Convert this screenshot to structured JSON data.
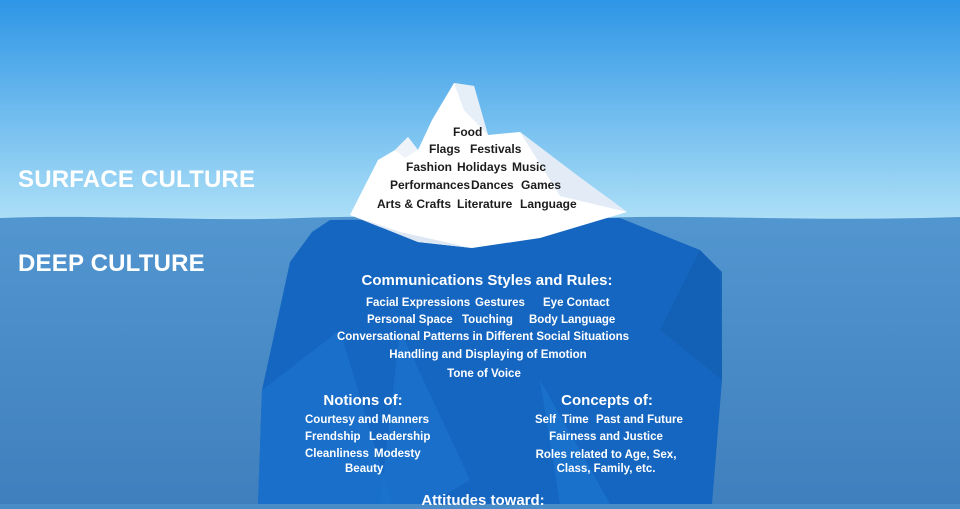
{
  "title_fragment": "",
  "labels": {
    "surface": "SURFACE CULTURE",
    "deep": "DEEP CULTURE"
  },
  "surface_items": {
    "row1": "Food",
    "row2": [
      "Flags",
      "Festivals"
    ],
    "row3": [
      "Fashion",
      "Holidays",
      "Music"
    ],
    "row4": [
      "Performances",
      "Dances",
      "Games"
    ],
    "row5": [
      "Arts & Crafts",
      "Literature",
      "Language"
    ]
  },
  "deep": {
    "communication": {
      "heading": "Communications Styles and Rules:",
      "row1": [
        "Facial Expressions",
        "Gestures",
        "Eye Contact"
      ],
      "row2": [
        "Personal Space",
        "Touching",
        "Body Language"
      ],
      "row3": "Conversational Patterns in Different Social Situations",
      "row4": "Handling and Displaying of Emotion",
      "row5": "Tone of Voice"
    },
    "notions": {
      "heading": "Notions of:",
      "row1": "Courtesy and Manners",
      "row2": [
        "Frendship",
        "Leadership"
      ],
      "row3": [
        "Cleanliness",
        "Modesty"
      ],
      "row4": "Beauty"
    },
    "concepts": {
      "heading": "Concepts of:",
      "row1": [
        "Self",
        "Time",
        "Past and Future"
      ],
      "row2": "Fairness and Justice",
      "row3": "Roles related to Age, Sex,",
      "row4": "Class, Family, etc."
    },
    "attitudes": {
      "heading": "Attitudes toward:"
    }
  },
  "colors": {
    "sky_top": "#2e96e6",
    "sky_bottom": "#aee0f7",
    "sea": "#4a8cc8",
    "iceberg_underwater": "#1566c0",
    "iceberg_tip": "#ffffff",
    "label_text": "#ffffff",
    "tip_text": "#1c1c1c"
  }
}
